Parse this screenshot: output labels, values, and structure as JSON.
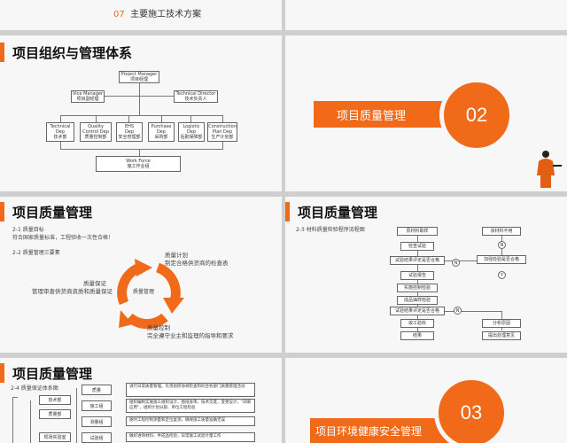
{
  "top": {
    "num": "07",
    "text": "主要施工技术方案"
  },
  "org": {
    "title": "项目组织与管理体系",
    "pm": [
      "Project Manager",
      "项目经理"
    ],
    "vice": [
      "Vice Manager",
      "项目副经理"
    ],
    "tech_dir": [
      "Technical Director",
      "技术负责人"
    ],
    "depts": [
      [
        "Technical",
        "Dep",
        "技术部"
      ],
      [
        "Quality",
        "Control Dep",
        "质量控制部"
      ],
      [
        "EHS",
        "Dep",
        "安全管理部"
      ],
      [
        "Purchase",
        "Dep",
        "采购部"
      ],
      [
        "Logistic",
        "Dep",
        "后勤保障部"
      ],
      [
        "Construction",
        "Plan Dep",
        "生产计划部"
      ]
    ],
    "workforce": [
      "Work Force",
      "施工作业组"
    ]
  },
  "section02": {
    "title": "项目质量管理",
    "num": "02"
  },
  "quality": {
    "title": "项目质量管理",
    "goal_head": "2-1 质量目标",
    "goal_text": "符合国家质量标准，工程验收一次性合格！",
    "three_head": "2-2 质量管理三要素",
    "plan": [
      "质量计划",
      "制定合格供货商的检查表"
    ],
    "assure": [
      "质量保证",
      "管理审查供货商资质和质量保证"
    ],
    "manage": "质量管理",
    "control": [
      "质量控制",
      "完全遵守业主和监理的指导和要求"
    ]
  },
  "flow": {
    "title": "项目质量管理",
    "head": "2-3 材料质量检验程序流程图",
    "left": [
      "原材料取样",
      "检查试验",
      "试验结果评定是否合格",
      "试验报告",
      "实施控制检验",
      "成品抽样检验",
      "试验结果评定是否合格",
      "竣工验收",
      "结果"
    ],
    "right": [
      "该材料不用",
      "加强检验是否合格",
      "分析原因",
      "提出处理意见"
    ],
    "n_label": "N",
    "y_label": "Y"
  },
  "system": {
    "title": "项目质量管理",
    "head": "2-4 质量保证体系图",
    "mid": [
      "技术部",
      "质量部",
      "现场实验室"
    ],
    "rows": [
      [
        "质量",
        "进行日常质量管理。负责组织协调检查和综合各部门质量管理活动"
      ],
      [
        "施工组",
        "组织编制实施施工组织设计，图纸会审，技术交底，变更设计，“四新应用”，组织计划分部、单位工程检验"
      ],
      [
        "测量组",
        "随时工程控制测量和定位复测，确保施工质量准确无误"
      ],
      [
        "试验组",
        "做好进场材料、半成品检验，日常施工试验计量工作"
      ]
    ]
  },
  "section03": {
    "title": "项目环境健康安全管理",
    "num": "03"
  }
}
